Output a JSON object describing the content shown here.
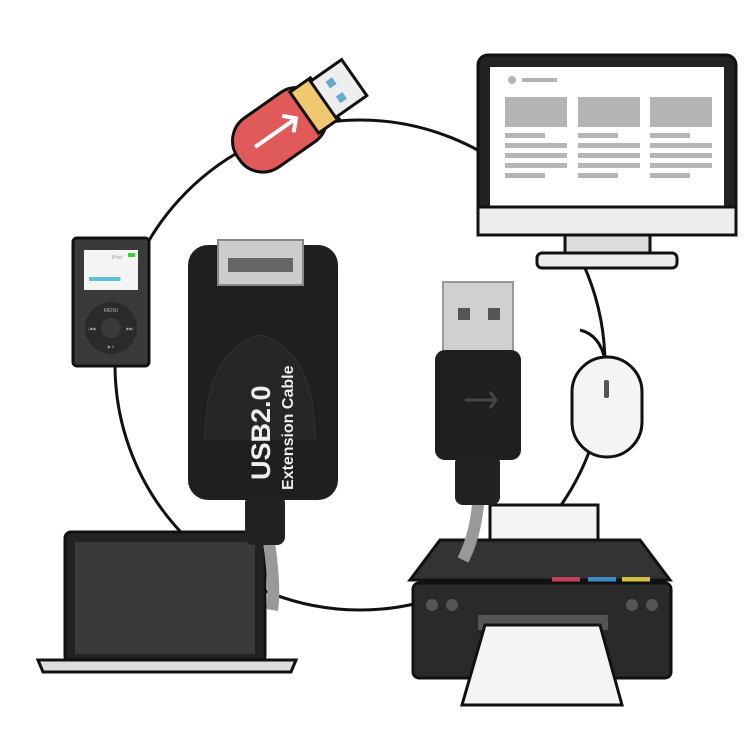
{
  "cable": {
    "line1": "USB2.0",
    "line2": "Extension Cable"
  },
  "ipod": {
    "label": "iPod",
    "menu": "MENU",
    "prev": "|◀◀",
    "next": "▶▶|",
    "play": "▶ II",
    "progress": 0.7
  },
  "colors": {
    "usb_stick": "#e05a5a",
    "cable": "#222222",
    "device_dark": "#2d2d2d",
    "screen_panel": "#b5b5b5"
  }
}
